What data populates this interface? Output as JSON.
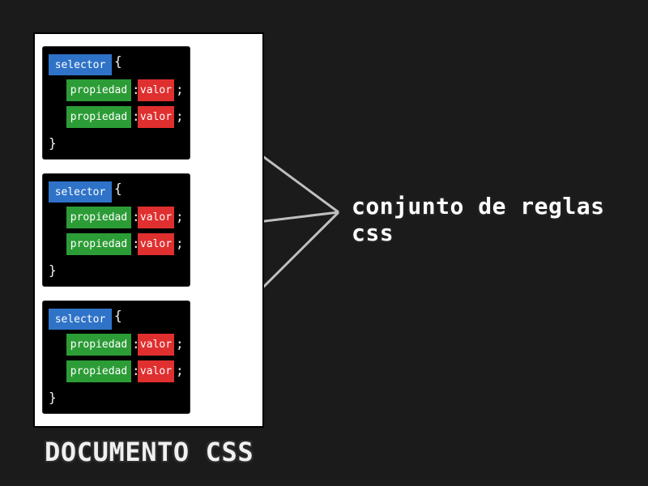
{
  "diagram": {
    "rule_blocks": [
      {
        "selector": "selector",
        "open_brace": "{",
        "close_brace": "}",
        "declarations": [
          {
            "property": "propiedad",
            "colon": ":",
            "value": "valor",
            "semicolon": ";"
          },
          {
            "property": "propiedad",
            "colon": ":",
            "value": "valor",
            "semicolon": ";"
          }
        ]
      },
      {
        "selector": "selector",
        "open_brace": "{",
        "close_brace": "}",
        "declarations": [
          {
            "property": "propiedad",
            "colon": ":",
            "value": "valor",
            "semicolon": ";"
          },
          {
            "property": "propiedad",
            "colon": ":",
            "value": "valor",
            "semicolon": ";"
          }
        ]
      },
      {
        "selector": "selector",
        "open_brace": "{",
        "close_brace": "}",
        "declarations": [
          {
            "property": "propiedad",
            "colon": ":",
            "value": "valor",
            "semicolon": ";"
          },
          {
            "property": "propiedad",
            "colon": ":",
            "value": "valor",
            "semicolon": ";"
          }
        ]
      }
    ],
    "callout_label": "conjunto de reglas css",
    "document_label": "DOCUMENTO CSS",
    "colors": {
      "background": "#1b1b1b",
      "document_panel": "#ffffff",
      "rule_block": "#000000",
      "selector": "#2f73c8",
      "property": "#2c9c36",
      "value": "#e02f2f",
      "connector": "#bfbfbf"
    }
  }
}
